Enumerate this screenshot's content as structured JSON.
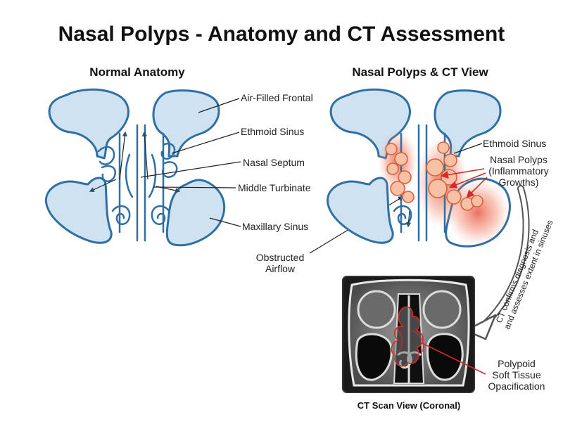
{
  "title": "Nasal Polyps - Anatomy and CT Assessment",
  "panels": {
    "normal": {
      "heading": "Normal Anatomy"
    },
    "polyps": {
      "heading": "Nasal Polyps & CT View"
    }
  },
  "labels": {
    "air_filled_frontal": "Air-Filled Frontal",
    "ethmoid_sinus_left": "Ethmoid Sinus",
    "nasal_septum": "Nasal Septum",
    "middle_turbinate": "Middle Turbinate",
    "maxillary_sinus": "Maxillary Sinus",
    "obstructed_airflow": [
      "Obstructed",
      "Airflow"
    ],
    "ethmoid_sinus_right": "Ethmoid Sinus",
    "nasal_polyps": [
      "Nasal Polyps",
      "(Inflammatory",
      "Growths)"
    ],
    "ct_note": [
      "CT confirms diagnosis and",
      "and assesses extent in sinuses"
    ],
    "polypoid": [
      "Polypoid",
      "Soft Tissue",
      "Opacification"
    ],
    "ct_caption": "CT Scan View (Coronal)"
  },
  "colors": {
    "sinus_stroke": "#2f6fa3",
    "sinus_fill": "#cfe2f1",
    "polyp_fill": "#f6c1a4",
    "inflammation": "#e8402a",
    "ct_outline": "#d42a2a"
  }
}
